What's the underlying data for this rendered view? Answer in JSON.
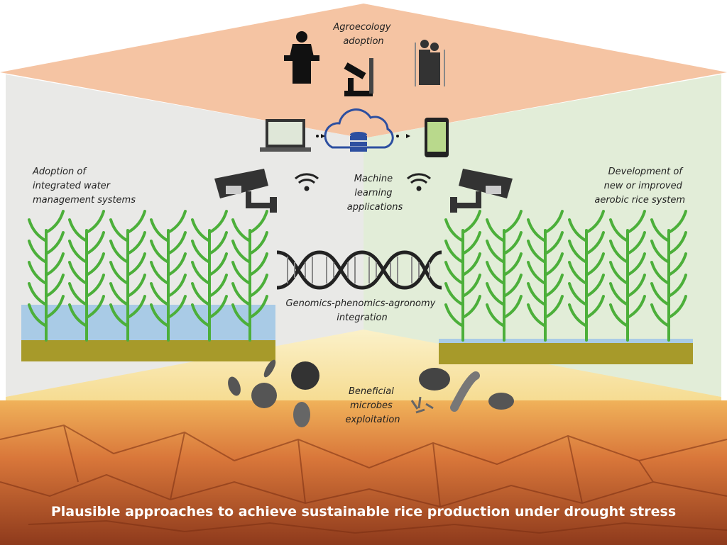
{
  "labels": {
    "agroecology": [
      "Agroecology",
      "adoption"
    ],
    "water": [
      "Adoption of",
      "integrated water",
      "management systems"
    ],
    "machine_learning": [
      "Machine",
      "learning",
      "applications"
    ],
    "aerobic": [
      "Development of",
      "new or improved",
      "aerobic rice system"
    ],
    "genomics": [
      "Genomics-phenomics-agronomy",
      "integration"
    ],
    "microbes": [
      "Beneficial",
      "microbes",
      "exploitation"
    ]
  },
  "caption": "Plausible approaches to achieve sustainable rice production under drought stress",
  "colors": {
    "top_panel": "#f5c4a3",
    "left_panel": "#e9e9e7",
    "right_panel": "#e2edd8",
    "bottom_panel": "#f7e7b0",
    "soil": "#c9622c",
    "water": "#a9cbe6",
    "plant": "#4caf3a"
  }
}
